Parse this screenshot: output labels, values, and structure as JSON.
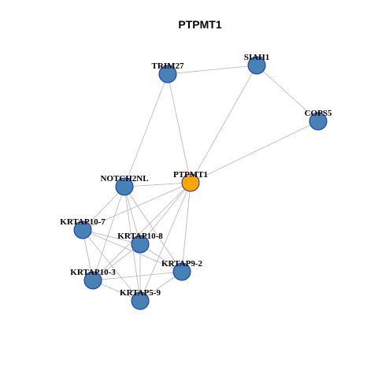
{
  "title": "PTPMT1",
  "colors": {
    "default_node": "#4682b4",
    "query_node": "#ffa500",
    "node_border": "#1a2fb8",
    "edge": "#b4b4b4"
  },
  "nodes": [
    {
      "id": "PTPMT1",
      "label": "PTPMT1",
      "query": true
    },
    {
      "id": "TRIM27",
      "label": "TRIM27",
      "query": false
    },
    {
      "id": "SIAH1",
      "label": "SIAH1",
      "query": false
    },
    {
      "id": "COPS5",
      "label": "COPS5",
      "query": false
    },
    {
      "id": "NOTCH2NL",
      "label": "NOTCH2NL",
      "query": false
    },
    {
      "id": "KRTAP10-7",
      "label": "KRTAP10-7",
      "query": false
    },
    {
      "id": "KRTAP10-8",
      "label": "KRTAP10-8",
      "query": false
    },
    {
      "id": "KRTAP9-2",
      "label": "KRTAP9-2",
      "query": false
    },
    {
      "id": "KRTAP10-3",
      "label": "KRTAP10-3",
      "query": false
    },
    {
      "id": "KRTAP5-9",
      "label": "KRTAP5-9",
      "query": false
    }
  ],
  "edges": [
    [
      "TRIM27",
      "SIAH1"
    ],
    [
      "TRIM27",
      "NOTCH2NL"
    ],
    [
      "TRIM27",
      "PTPMT1"
    ],
    [
      "SIAH1",
      "COPS5"
    ],
    [
      "SIAH1",
      "PTPMT1"
    ],
    [
      "COPS5",
      "PTPMT1"
    ],
    [
      "NOTCH2NL",
      "PTPMT1"
    ],
    [
      "NOTCH2NL",
      "KRTAP10-7"
    ],
    [
      "NOTCH2NL",
      "KRTAP10-8"
    ],
    [
      "NOTCH2NL",
      "KRTAP9-2"
    ],
    [
      "NOTCH2NL",
      "KRTAP10-3"
    ],
    [
      "NOTCH2NL",
      "KRTAP5-9"
    ],
    [
      "PTPMT1",
      "KRTAP10-7"
    ],
    [
      "PTPMT1",
      "KRTAP10-8"
    ],
    [
      "PTPMT1",
      "KRTAP9-2"
    ],
    [
      "PTPMT1",
      "KRTAP10-3"
    ],
    [
      "PTPMT1",
      "KRTAP5-9"
    ],
    [
      "KRTAP10-7",
      "KRTAP10-8"
    ],
    [
      "KRTAP10-7",
      "KRTAP9-2"
    ],
    [
      "KRTAP10-7",
      "KRTAP10-3"
    ],
    [
      "KRTAP10-7",
      "KRTAP5-9"
    ],
    [
      "KRTAP10-8",
      "KRTAP9-2"
    ],
    [
      "KRTAP10-8",
      "KRTAP10-3"
    ],
    [
      "KRTAP10-8",
      "KRTAP5-9"
    ],
    [
      "KRTAP9-2",
      "KRTAP10-3"
    ],
    [
      "KRTAP9-2",
      "KRTAP5-9"
    ],
    [
      "KRTAP10-3",
      "KRTAP5-9"
    ]
  ]
}
